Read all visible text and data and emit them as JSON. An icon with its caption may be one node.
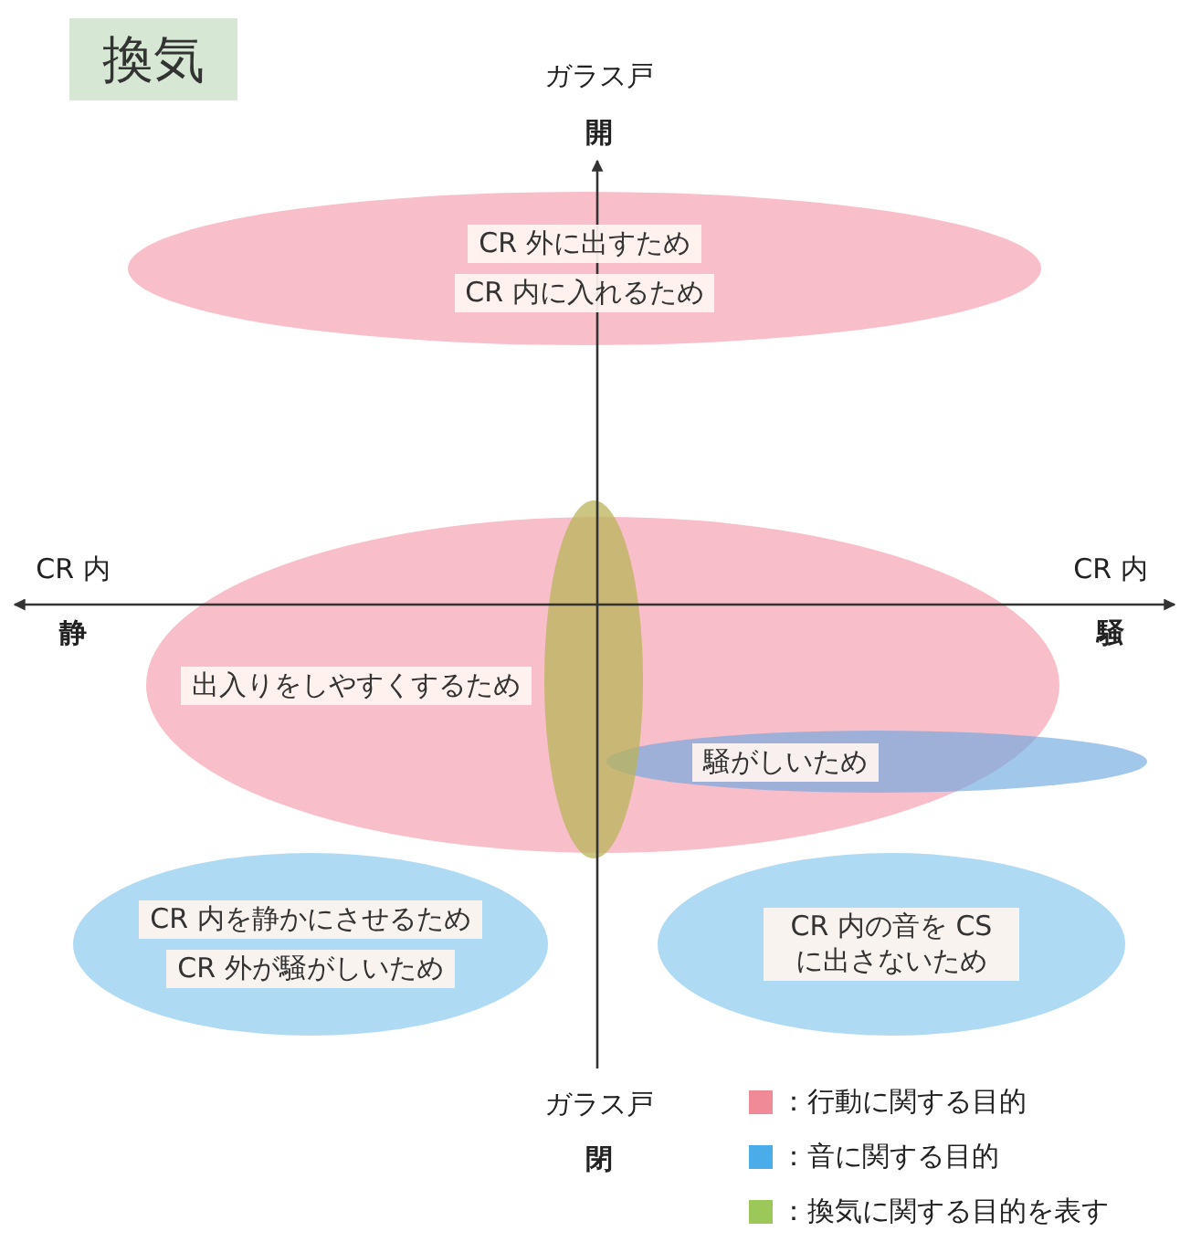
{
  "diagram": {
    "title": "換気",
    "nodes": [
      {
        "text": [
          "CR 外に出すため",
          "CR 内に入れるため"
        ]
      },
      {
        "text": [
          "出入りをしやすくするため"
        ]
      },
      {
        "text": [],
        "shape": "ellipse"
      },
      {
        "text": [
          "騒がしいため"
        ]
      },
      {
        "text": [
          "CR 内を静かにさせるため",
          "CR 外が騒がしいため"
        ]
      },
      {
        "text": [
          "CR 内の音を CS に出さないため"
        ]
      }
    ],
    "edges": [],
    "labels": [
      "ガラス戸",
      "開",
      "CR 内",
      "CR 内",
      "静",
      "騒",
      "ガラス戸",
      "閉"
    ],
    "legend": [
      {
        "text": "：行動に関する目的",
        "color": "#f08a96"
      },
      {
        "text": "：音に関する目的",
        "color": "#4aace8"
      },
      {
        "text": "：換気に関する目的を表す",
        "color": "#9cc85a"
      }
    ]
  }
}
